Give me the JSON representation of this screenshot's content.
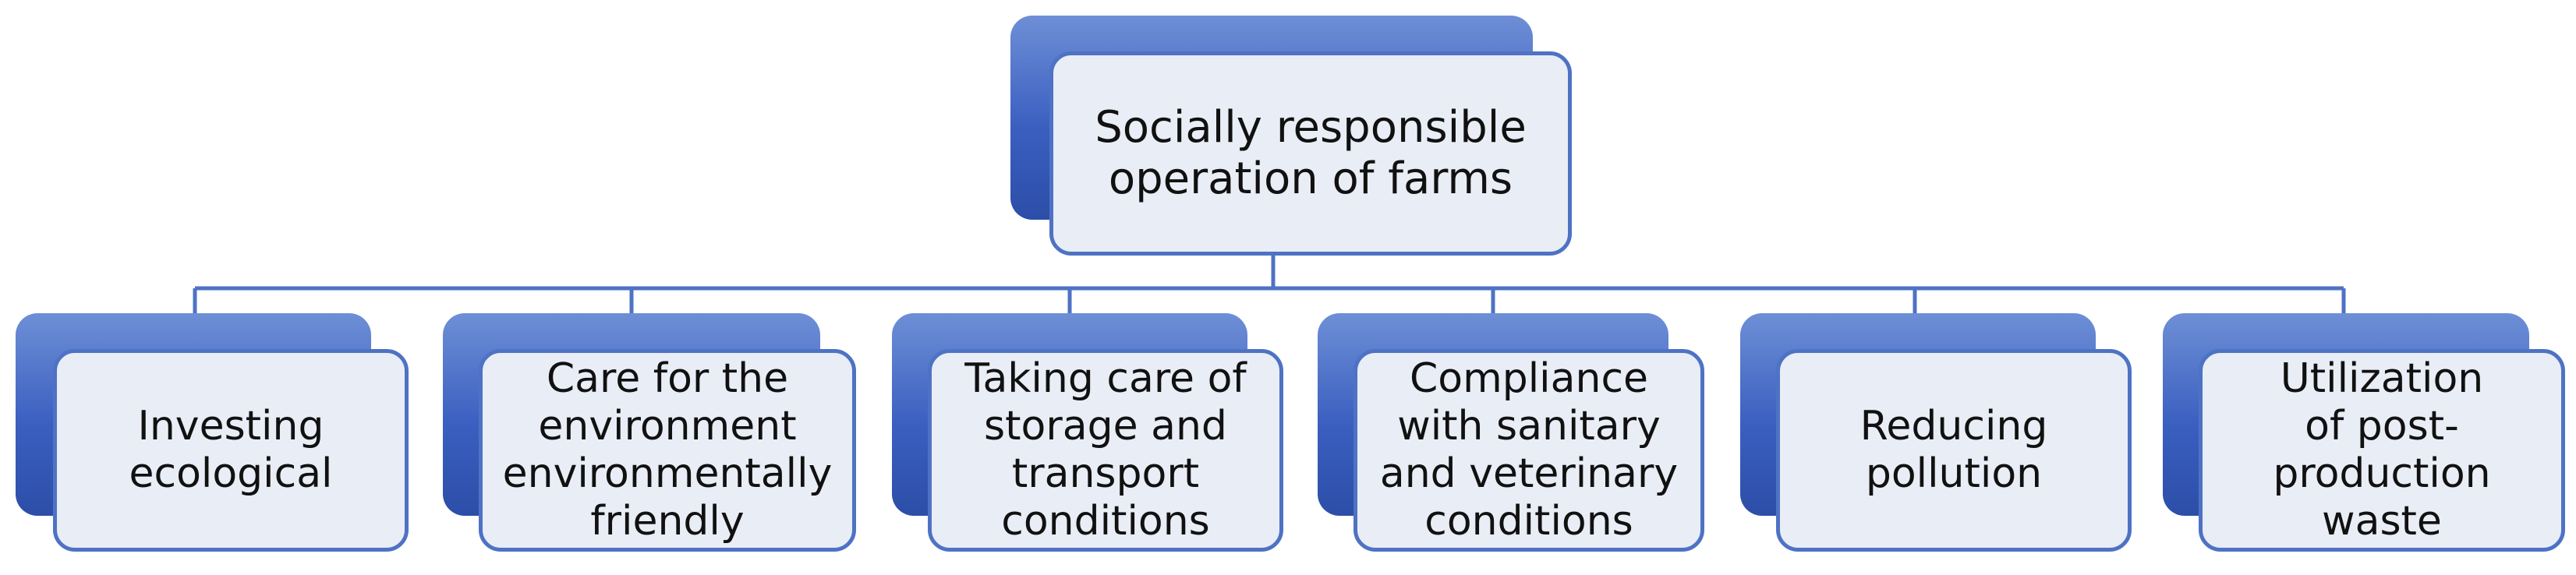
{
  "diagram": {
    "root": {
      "label": "Socially responsible\noperation of farms"
    },
    "children": [
      {
        "label": "Investing\necological"
      },
      {
        "label": "Care for the\nenvironment\nenvironmentally\nfriendly"
      },
      {
        "label": "Taking care of\nstorage and\ntransport\nconditions"
      },
      {
        "label": "Compliance\nwith sanitary\nand veterinary\nconditions"
      },
      {
        "label": "Reducing\npollution"
      },
      {
        "label": "Utilization\nof post-\nproduction\nwaste"
      }
    ],
    "colors": {
      "box_fill": "#e9edf6",
      "box_border": "#4e72c4",
      "shadow_fill": "#3a5fc0",
      "connector": "#4e72c4",
      "text": "#111111"
    }
  }
}
